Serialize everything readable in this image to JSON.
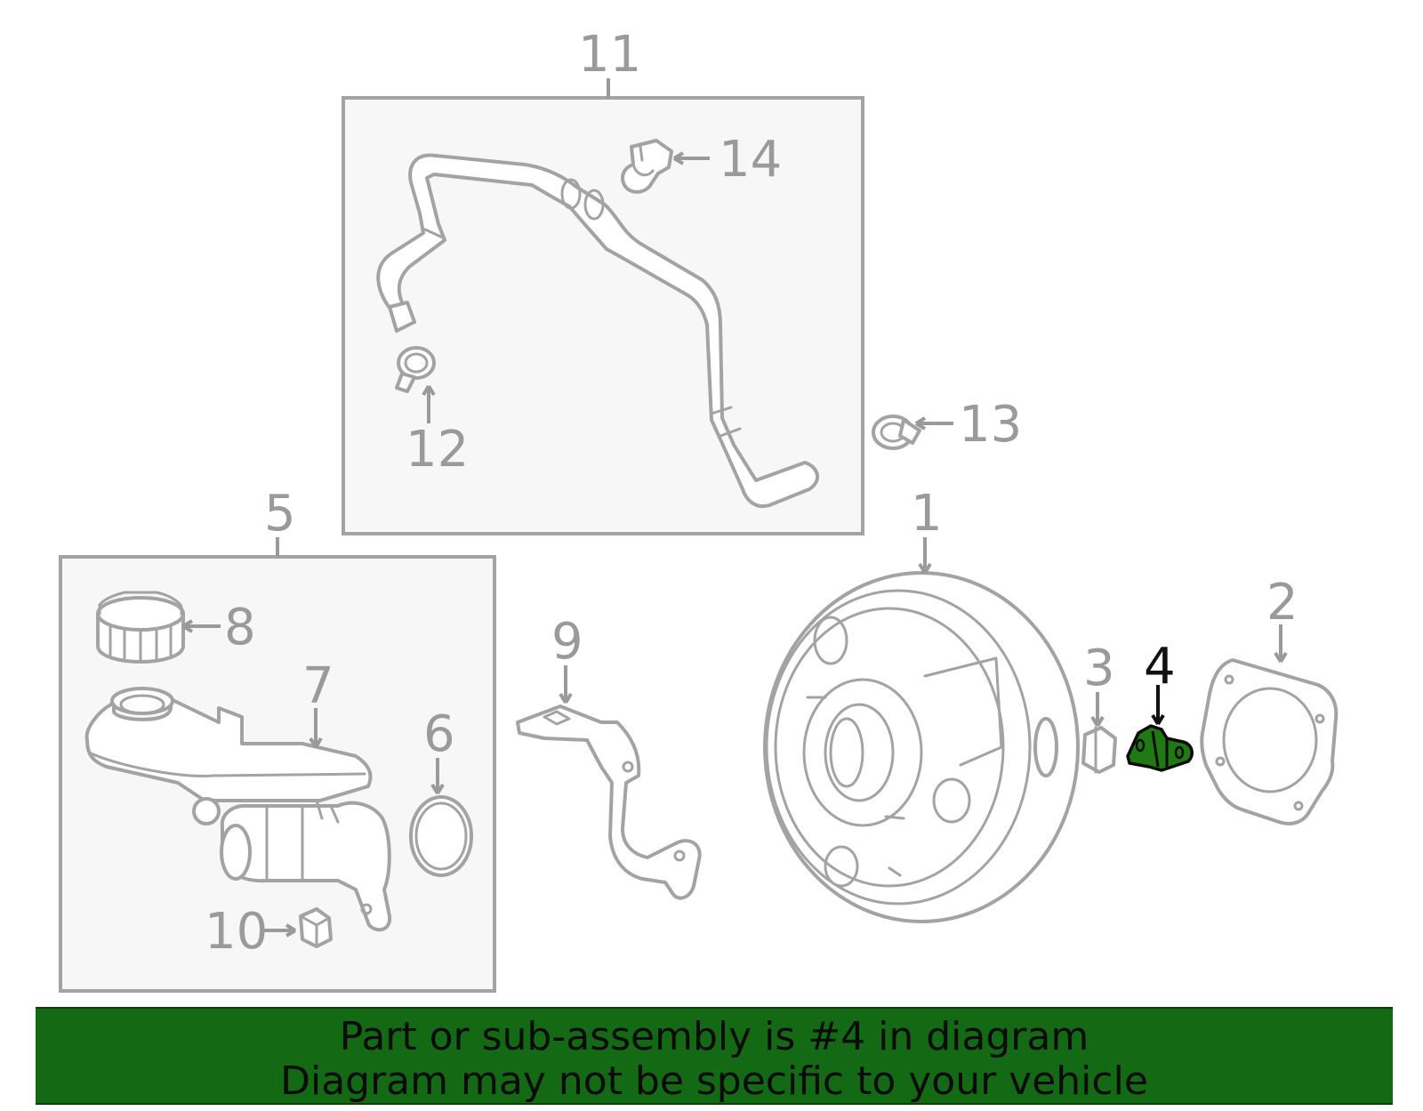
{
  "callouts": {
    "c1": "1",
    "c2": "2",
    "c3": "3",
    "c4": "4",
    "c5": "5",
    "c6": "6",
    "c7": "7",
    "c8": "8",
    "c9": "9",
    "c10": "10",
    "c11": "11",
    "c12": "12",
    "c13": "13",
    "c14": "14"
  },
  "highlighted_part": "4",
  "colors": {
    "highlight_fill": "#1f7a14",
    "banner_bg": "#146914",
    "line_art": "#a3a3a3",
    "label": "#9a9a9a"
  },
  "banner": {
    "line1": "Part or sub-assembly is #4 in diagram",
    "line2": "Diagram may not be specific to your vehicle"
  }
}
